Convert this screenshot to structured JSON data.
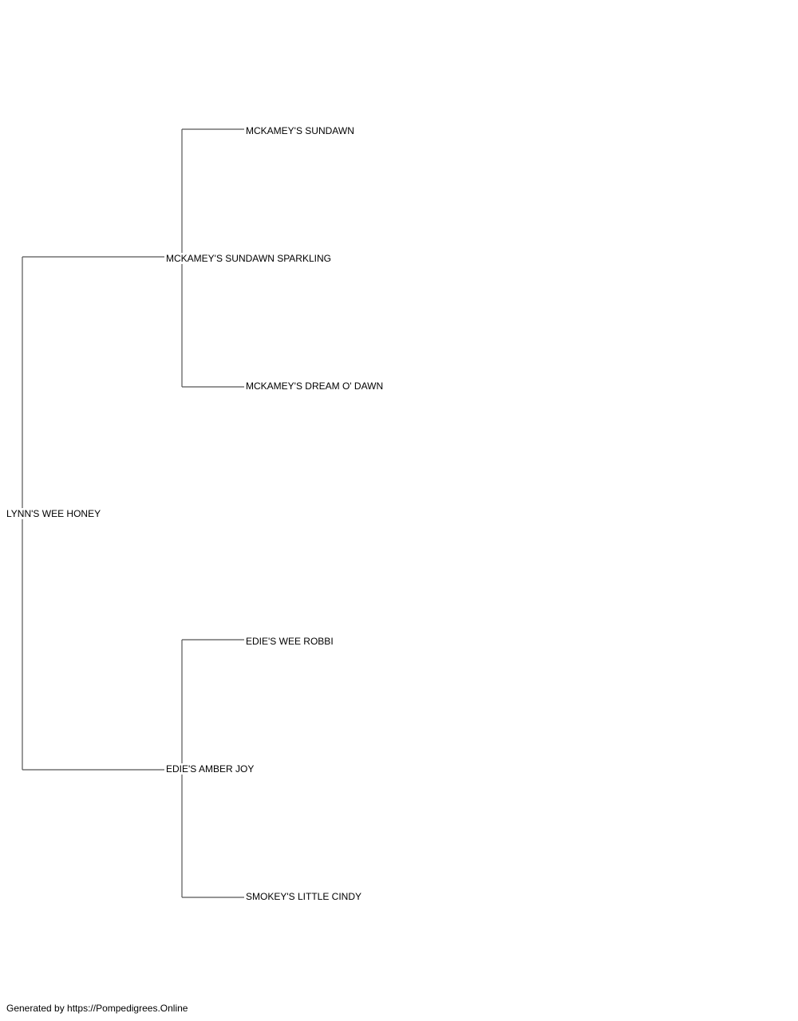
{
  "pedigree": {
    "subject": "LYNN'S WEE HONEY",
    "sire": "MCKAMEY'S SUNDAWN SPARKLING",
    "sire_sire": "MCKAMEY'S SUNDAWN",
    "sire_dam": "MCKAMEY'S DREAM O' DAWN",
    "dam": "EDIE'S AMBER JOY",
    "dam_sire": "EDIE'S WEE ROBBI",
    "dam_dam": "SMOKEY'S LITTLE CINDY"
  },
  "footer": {
    "text": "Generated by https://Pompedigrees.Online"
  }
}
